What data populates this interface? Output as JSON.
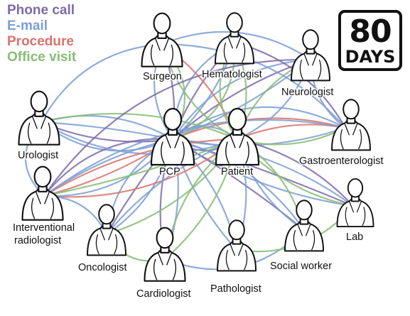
{
  "legend": {
    "phone": {
      "label": "Phone call",
      "color": "#7d6bab"
    },
    "email": {
      "label": "E-mail",
      "color": "#7d9fd4"
    },
    "procedure": {
      "label": "Procedure",
      "color": "#d9736c"
    },
    "visit": {
      "label": "Office visit",
      "color": "#86bd74"
    }
  },
  "badge": {
    "number": "80",
    "unit": "DAYS"
  },
  "nodes": {
    "surgeon": "Surgeon",
    "hematologist": "Hematologist",
    "neurologist": "Neurologist",
    "urologist": "Urologist",
    "pcp": "PCP",
    "patient": "Patient",
    "gastroenterologist": "Gastroenterologist",
    "interventional_radiologist_line1": "Interventional",
    "interventional_radiologist_line2": "radiologist",
    "lab": "Lab",
    "oncologist": "Oncologist",
    "social_worker": "Social worker",
    "cardiologist": "Cardiologist",
    "pathologist": "Pathologist"
  }
}
